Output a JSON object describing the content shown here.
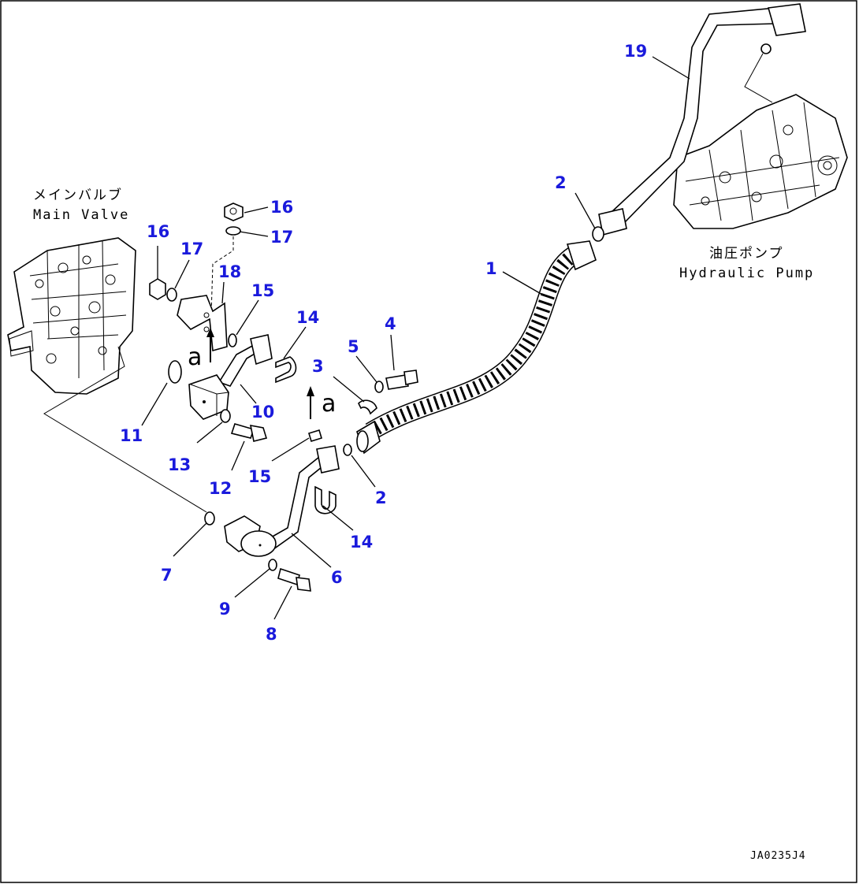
{
  "labels": {
    "main_valve_jp": "メインバルブ",
    "main_valve_en": "Main Valve",
    "hydraulic_pump_jp": "油圧ポンプ",
    "hydraulic_pump_en": "Hydraulic Pump",
    "view_ref": "a",
    "drawing_code": "JA0235J4"
  },
  "callouts": [
    {
      "id": "c19",
      "text": "19"
    },
    {
      "id": "c2a",
      "text": "2"
    },
    {
      "id": "c16a",
      "text": "16"
    },
    {
      "id": "c17a",
      "text": "17"
    },
    {
      "id": "c16b",
      "text": "16"
    },
    {
      "id": "c17b",
      "text": "17"
    },
    {
      "id": "c18",
      "text": "18"
    },
    {
      "id": "c15a",
      "text": "15"
    },
    {
      "id": "c1",
      "text": "1"
    },
    {
      "id": "c14a",
      "text": "14"
    },
    {
      "id": "c4",
      "text": "4"
    },
    {
      "id": "c5",
      "text": "5"
    },
    {
      "id": "c3",
      "text": "3"
    },
    {
      "id": "c10",
      "text": "10"
    },
    {
      "id": "c11",
      "text": "11"
    },
    {
      "id": "c13",
      "text": "13"
    },
    {
      "id": "c12",
      "text": "12"
    },
    {
      "id": "c15b",
      "text": "15"
    },
    {
      "id": "c2b",
      "text": "2"
    },
    {
      "id": "c14b",
      "text": "14"
    },
    {
      "id": "c7",
      "text": "7"
    },
    {
      "id": "c6",
      "text": "6"
    },
    {
      "id": "c9",
      "text": "9"
    },
    {
      "id": "c8",
      "text": "8"
    }
  ],
  "colors": {
    "callout": "#1a1adc",
    "line": "#000000",
    "background": "#ffffff"
  }
}
